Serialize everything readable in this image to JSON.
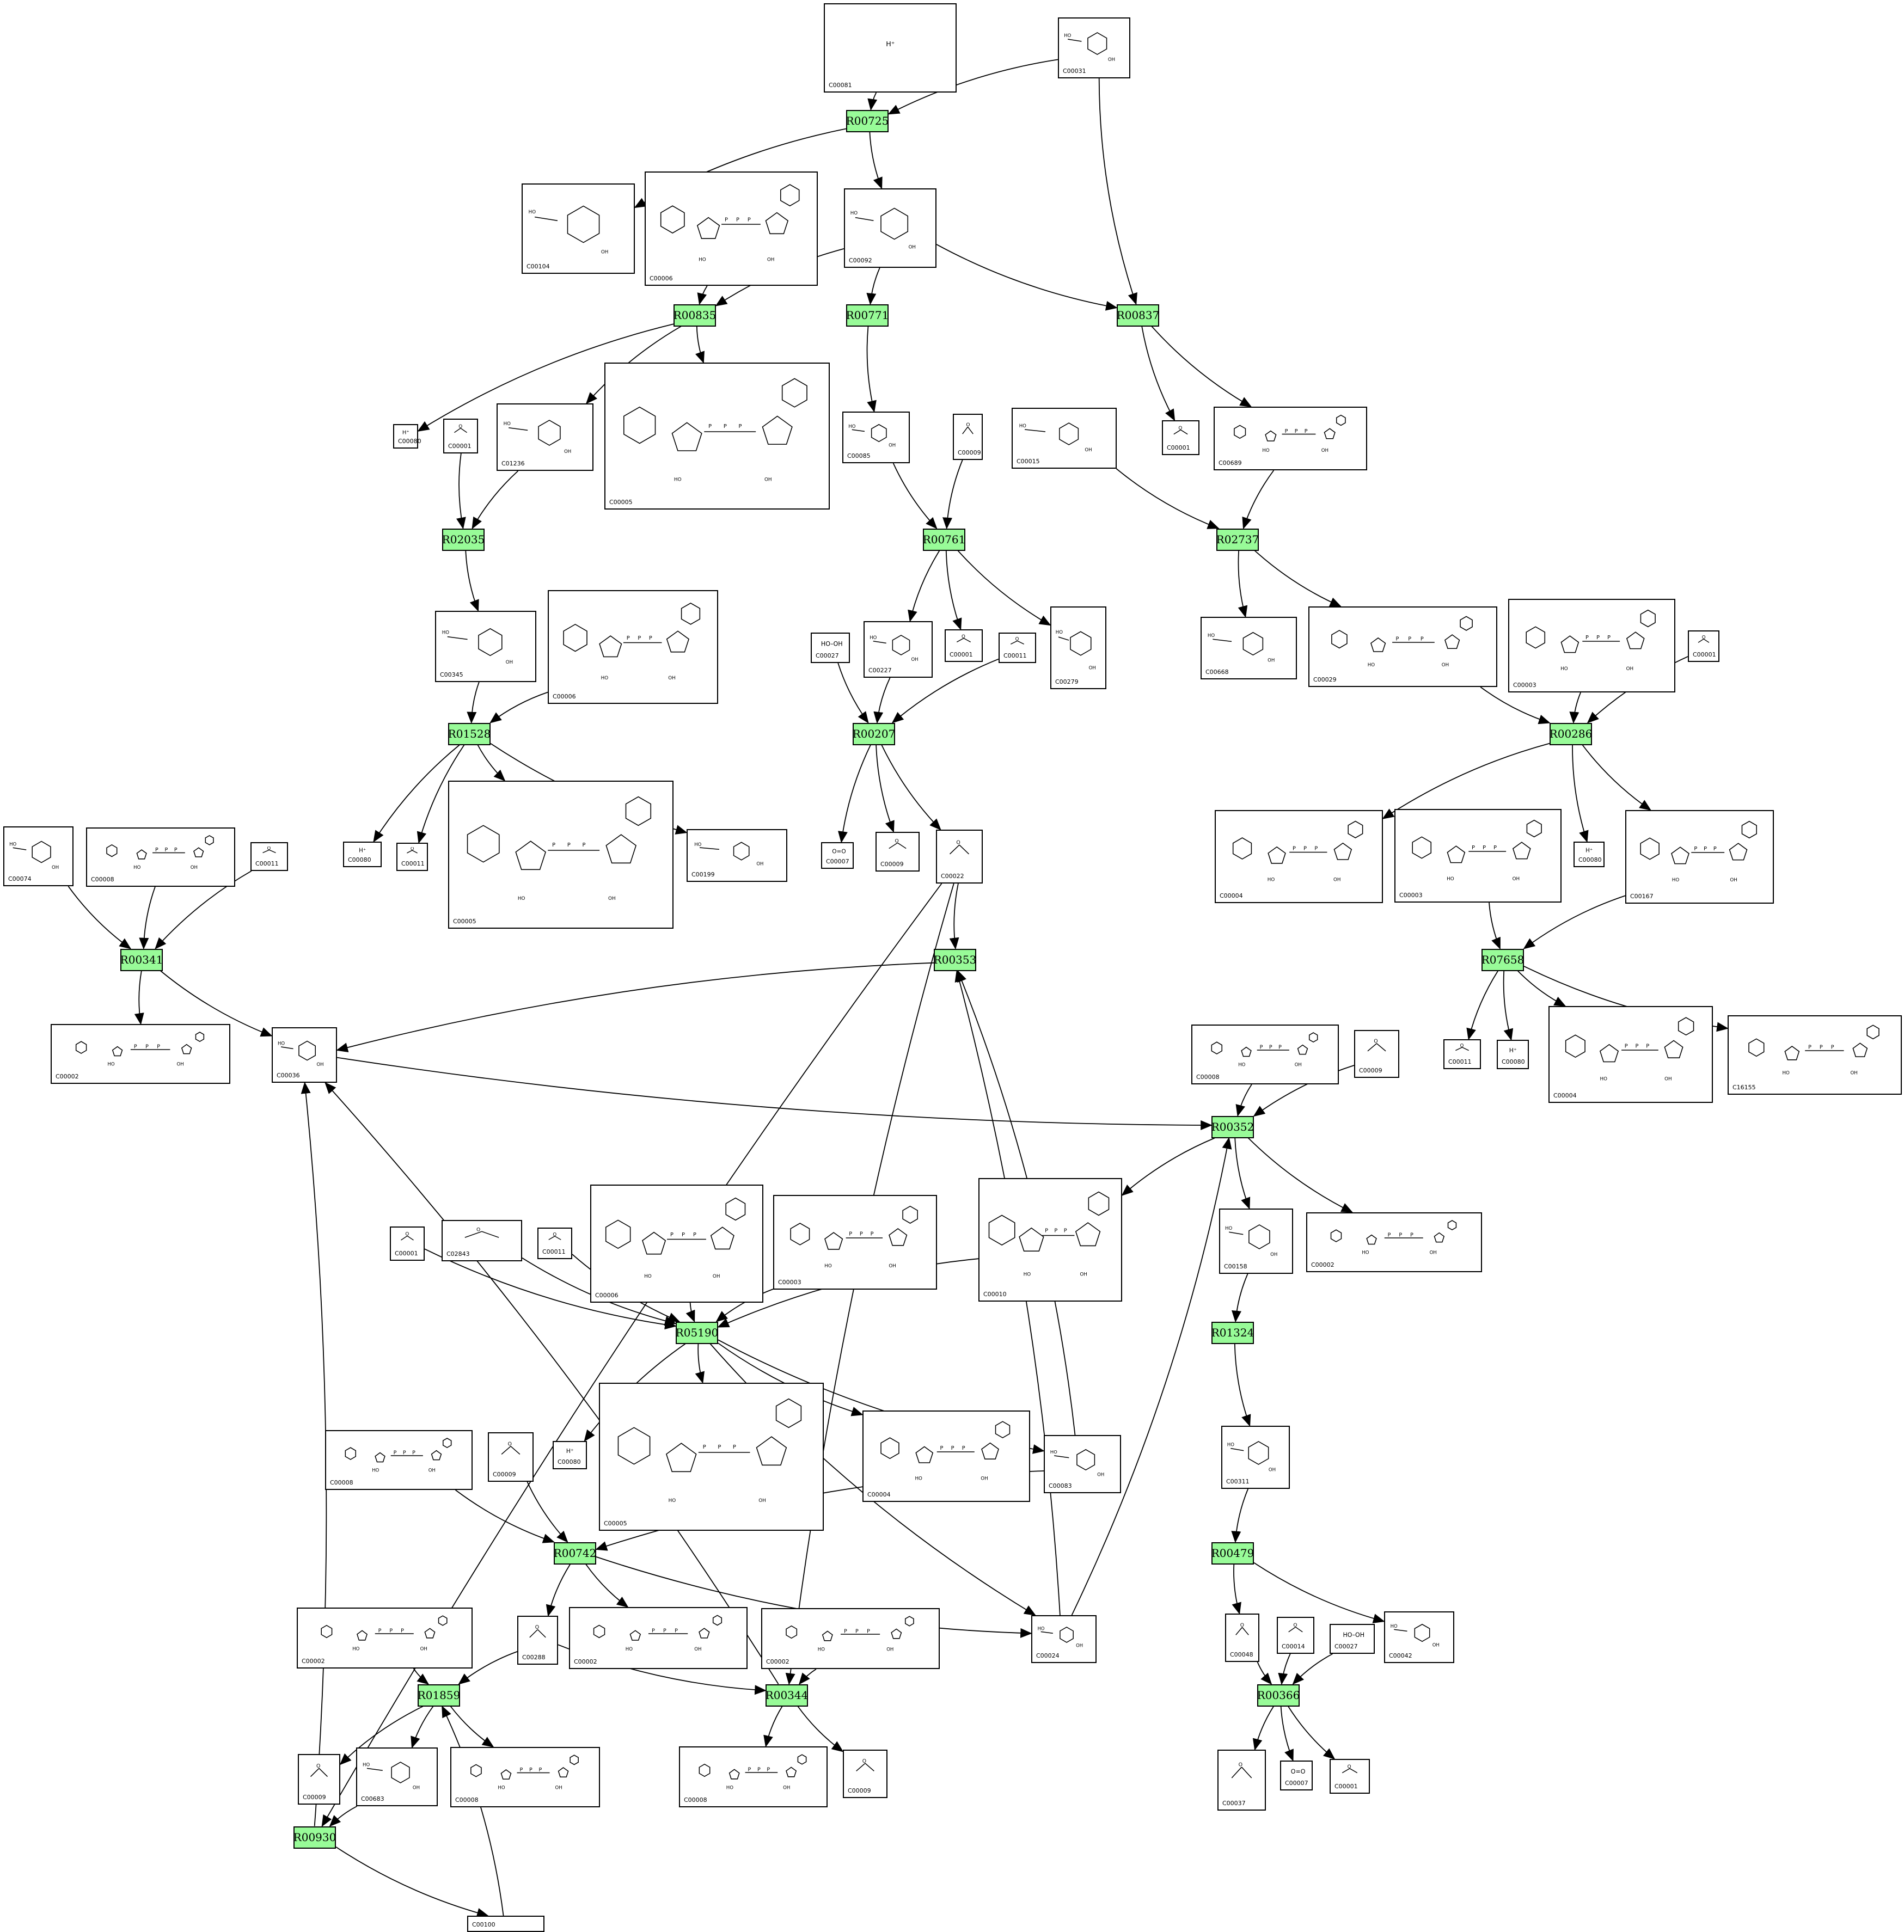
{
  "diagram": {
    "reactions": [
      {
        "id": "R00725"
      },
      {
        "id": "R00835"
      },
      {
        "id": "R00771"
      },
      {
        "id": "R00837"
      },
      {
        "id": "R02035"
      },
      {
        "id": "R00761"
      },
      {
        "id": "R02737"
      },
      {
        "id": "R01528"
      },
      {
        "id": "R00207"
      },
      {
        "id": "R00286"
      },
      {
        "id": "R00341"
      },
      {
        "id": "R00353"
      },
      {
        "id": "R07658"
      },
      {
        "id": "R00352"
      },
      {
        "id": "R01324"
      },
      {
        "id": "R05190"
      },
      {
        "id": "R00742"
      },
      {
        "id": "R00479"
      },
      {
        "id": "R01859"
      },
      {
        "id": "R00344"
      },
      {
        "id": "R00366"
      },
      {
        "id": "R00930"
      }
    ],
    "compounds": [
      {
        "key": "n0",
        "id": "C00081",
        "label": "H⁺",
        "structure": "nucleotide-triphosphate-icon"
      },
      {
        "key": "n1",
        "id": "C00031",
        "structure": "hexose-ring-icon"
      },
      {
        "key": "n2",
        "id": "C00104",
        "structure": "nucleotide-diphosphate-icon"
      },
      {
        "key": "n3",
        "id": "C00006",
        "structure": "nadp-icon"
      },
      {
        "key": "n4",
        "id": "C00092",
        "structure": "hexose-phosphate-icon"
      },
      {
        "key": "n5",
        "id": "C00080",
        "label": "H⁺",
        "structure": "proton-icon"
      },
      {
        "key": "n6",
        "id": "C00001",
        "structure": "water-icon"
      },
      {
        "key": "n7",
        "id": "C01236",
        "structure": "lactone-phosphate-icon"
      },
      {
        "key": "n8",
        "id": "C00005",
        "structure": "nadph-icon"
      },
      {
        "key": "n9",
        "id": "C00085",
        "structure": "furanose-phosphate-icon"
      },
      {
        "key": "n10",
        "id": "C00009",
        "structure": "phosphate-icon"
      },
      {
        "key": "n11",
        "id": "C00015",
        "structure": "udp-icon"
      },
      {
        "key": "n12",
        "id": "C00001",
        "structure": "water-icon"
      },
      {
        "key": "n13",
        "id": "C00689",
        "structure": "disaccharide-phosphate-icon"
      },
      {
        "key": "n14",
        "id": "C00345",
        "structure": "gluconate-phosphate-icon"
      },
      {
        "key": "n15",
        "id": "C00006",
        "structure": "nadp-icon"
      },
      {
        "key": "n16",
        "id": "C00027",
        "label": "HO–OH",
        "structure": "peroxide-icon"
      },
      {
        "key": "n17",
        "id": "C00227",
        "structure": "acetyl-phosphate-icon"
      },
      {
        "key": "n18",
        "id": "C00001",
        "structure": "water-icon"
      },
      {
        "key": "n19",
        "id": "C00011",
        "structure": "co2-icon"
      },
      {
        "key": "n20",
        "id": "C00279",
        "structure": "sugar-phosphate-chain-icon"
      },
      {
        "key": "n21",
        "id": "C00668",
        "structure": "hexose-phosphate-icon"
      },
      {
        "key": "n22",
        "id": "C00029",
        "structure": "udp-glucose-icon"
      },
      {
        "key": "n23",
        "id": "C00003",
        "structure": "nad-icon"
      },
      {
        "key": "n24",
        "id": "C00001",
        "structure": "water-icon"
      },
      {
        "key": "n25",
        "id": "C00080",
        "label": "H⁺",
        "structure": "proton-icon"
      },
      {
        "key": "n26",
        "id": "C00011",
        "structure": "co2-icon"
      },
      {
        "key": "n27",
        "id": "C00005",
        "structure": "nadph-icon"
      },
      {
        "key": "n28",
        "id": "C00199",
        "structure": "pentose-phosphate-icon"
      },
      {
        "key": "n29",
        "id": "C00074",
        "structure": "pep-icon"
      },
      {
        "key": "n30",
        "id": "C00008",
        "structure": "adp-icon"
      },
      {
        "key": "n31",
        "id": "C00011",
        "structure": "co2-icon"
      },
      {
        "key": "n32",
        "id": "C00007",
        "label": "O=O",
        "structure": "oxygen-icon"
      },
      {
        "key": "n33",
        "id": "C00009",
        "structure": "phosphate-icon"
      },
      {
        "key": "n34",
        "id": "C00022",
        "structure": "pyruvate-icon"
      },
      {
        "key": "n35",
        "id": "C00004",
        "structure": "nadh-icon"
      },
      {
        "key": "n36",
        "id": "C00003",
        "structure": "nad-icon"
      },
      {
        "key": "n37",
        "id": "C00080",
        "label": "H⁺",
        "structure": "proton-icon"
      },
      {
        "key": "n38",
        "id": "C00167",
        "structure": "udp-glucuronate-icon"
      },
      {
        "key": "n39",
        "id": "C00002",
        "structure": "atp-icon"
      },
      {
        "key": "n40",
        "id": "C00036",
        "structure": "oxaloacetate-icon"
      },
      {
        "key": "n41",
        "id": "C00011",
        "structure": "co2-icon"
      },
      {
        "key": "n42",
        "id": "C00080",
        "label": "H⁺",
        "structure": "proton-icon"
      },
      {
        "key": "n43",
        "id": "C00004",
        "structure": "nadh-icon"
      },
      {
        "key": "n44",
        "id": "C16155",
        "structure": "udp-sugar-icon"
      },
      {
        "key": "n45",
        "id": "C00008",
        "structure": "adp-icon"
      },
      {
        "key": "n46",
        "id": "C00009",
        "structure": "phosphate-icon"
      },
      {
        "key": "n47",
        "id": "C00001",
        "structure": "water-icon"
      },
      {
        "key": "n48",
        "id": "C02843",
        "structure": "acyl-coa-icon"
      },
      {
        "key": "n49",
        "id": "C00011",
        "structure": "co2-icon"
      },
      {
        "key": "n50",
        "id": "C00006",
        "structure": "nadp-icon"
      },
      {
        "key": "n51",
        "id": "C00003",
        "structure": "nad-icon"
      },
      {
        "key": "n52",
        "id": "C00010",
        "structure": "coa-icon"
      },
      {
        "key": "n53",
        "id": "C00158",
        "structure": "citrate-icon"
      },
      {
        "key": "n54",
        "id": "C00002",
        "structure": "atp-icon"
      },
      {
        "key": "n55",
        "id": "C00080",
        "label": "H⁺",
        "structure": "proton-icon"
      },
      {
        "key": "n56",
        "id": "C00005",
        "structure": "nadph-icon"
      },
      {
        "key": "n57",
        "id": "C00004",
        "structure": "nadh-icon"
      },
      {
        "key": "n58",
        "id": "C00083",
        "structure": "malonyl-coa-icon"
      },
      {
        "key": "n59",
        "id": "C00008",
        "structure": "adp-icon"
      },
      {
        "key": "n60",
        "id": "C00009",
        "structure": "phosphate-icon"
      },
      {
        "key": "n61",
        "id": "C00311",
        "structure": "isocitrate-icon"
      },
      {
        "key": "n62",
        "id": "C00002",
        "structure": "atp-icon"
      },
      {
        "key": "n63",
        "id": "C00288",
        "structure": "bicarbonate-icon"
      },
      {
        "key": "n64",
        "id": "C00002",
        "structure": "atp-icon"
      },
      {
        "key": "n65",
        "id": "C00002",
        "structure": "atp-icon"
      },
      {
        "key": "n66",
        "id": "C00024",
        "structure": "acetyl-coa-icon"
      },
      {
        "key": "n67",
        "id": "C00048",
        "structure": "glyoxylate-icon"
      },
      {
        "key": "n68",
        "id": "C00014",
        "structure": "ammonia-icon"
      },
      {
        "key": "n69",
        "id": "C00027",
        "label": "HO–OH",
        "structure": "peroxide-icon"
      },
      {
        "key": "n70",
        "id": "C00042",
        "structure": "succinate-icon"
      },
      {
        "key": "n71",
        "id": "C00009",
        "structure": "phosphate-icon"
      },
      {
        "key": "n72",
        "id": "C00683",
        "structure": "methylmalonyl-coa-icon"
      },
      {
        "key": "n73",
        "id": "C00008",
        "structure": "adp-icon"
      },
      {
        "key": "n74",
        "id": "C00008",
        "structure": "adp-icon"
      },
      {
        "key": "n75",
        "id": "C00009",
        "structure": "phosphate-icon"
      },
      {
        "key": "n76",
        "id": "C00037",
        "structure": "glycine-icon"
      },
      {
        "key": "n77",
        "id": "C00007",
        "label": "O=O",
        "structure": "oxygen-icon"
      },
      {
        "key": "n78",
        "id": "C00001",
        "structure": "water-icon"
      },
      {
        "key": "n79",
        "id": "C00100",
        "structure": "propanoyl-coa-icon"
      }
    ]
  }
}
